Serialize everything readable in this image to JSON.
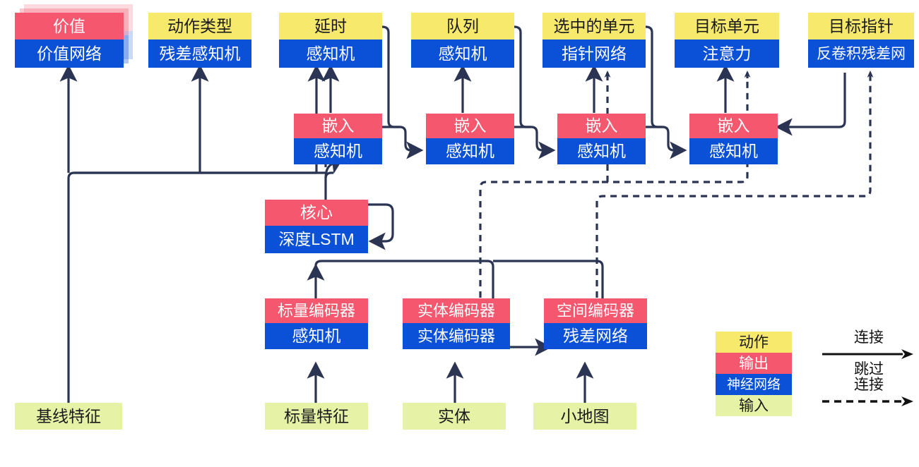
{
  "diagram": {
    "title": "Neural network architecture block diagram",
    "colors": {
      "action": "#f7e96b",
      "output": "#f4576e",
      "network": "#0b51d8",
      "input": "#e6f2a6",
      "wire": "#2b3553",
      "background": "#ffffff"
    },
    "heads": [
      {
        "id": "value",
        "top": "价值",
        "bottom": "价值网络",
        "top_kind": "output",
        "stacked": true
      },
      {
        "id": "action-type",
        "top": "动作类型",
        "bottom": "残差感知机",
        "top_kind": "action",
        "stacked": false
      },
      {
        "id": "delay",
        "top": "延时",
        "bottom": "感知机",
        "top_kind": "action",
        "stacked": false
      },
      {
        "id": "queued",
        "top": "队列",
        "bottom": "感知机",
        "top_kind": "action",
        "stacked": false
      },
      {
        "id": "selected-units",
        "top": "选中的单元",
        "bottom": "指针网络",
        "top_kind": "action",
        "stacked": false
      },
      {
        "id": "target-unit",
        "top": "目标单元",
        "bottom": "注意力",
        "top_kind": "action",
        "stacked": false
      },
      {
        "id": "target-point",
        "top": "目标指针",
        "bottom": "反卷积残差网",
        "top_kind": "action",
        "stacked": false
      }
    ],
    "embeds": [
      {
        "id": "embed-1",
        "top": "嵌入",
        "bottom": "感知机"
      },
      {
        "id": "embed-2",
        "top": "嵌入",
        "bottom": "感知机"
      },
      {
        "id": "embed-3",
        "top": "嵌入",
        "bottom": "感知机"
      },
      {
        "id": "embed-4",
        "top": "嵌入",
        "bottom": "感知机"
      }
    ],
    "core": {
      "id": "core",
      "top": "核心",
      "bottom": "深度LSTM"
    },
    "encoders": [
      {
        "id": "scalar-encoder",
        "top": "标量编码器",
        "bottom": "感知机"
      },
      {
        "id": "entity-encoder",
        "top": "实体编码器",
        "bottom": "实体编码器"
      },
      {
        "id": "spatial-encoder",
        "top": "空间编码器",
        "bottom": "残差网络"
      }
    ],
    "inputs": [
      {
        "id": "baseline-features",
        "label": "基线特征"
      },
      {
        "id": "scalar-features",
        "label": "标量特征"
      },
      {
        "id": "entities",
        "label": "实体"
      },
      {
        "id": "minimap",
        "label": "小地图"
      }
    ],
    "legend": {
      "swatches": [
        {
          "id": "legend-action",
          "label": "动作",
          "kind": "action"
        },
        {
          "id": "legend-output",
          "label": "输出",
          "kind": "output"
        },
        {
          "id": "legend-network",
          "label": "神经网络",
          "kind": "network"
        },
        {
          "id": "legend-input",
          "label": "输入",
          "kind": "input"
        }
      ],
      "keys": [
        {
          "id": "legend-connection",
          "label": "连接",
          "style": "solid"
        },
        {
          "id": "legend-skip-connection",
          "label_1": "跳过",
          "label_2": "连接",
          "style": "dashed"
        }
      ]
    }
  }
}
